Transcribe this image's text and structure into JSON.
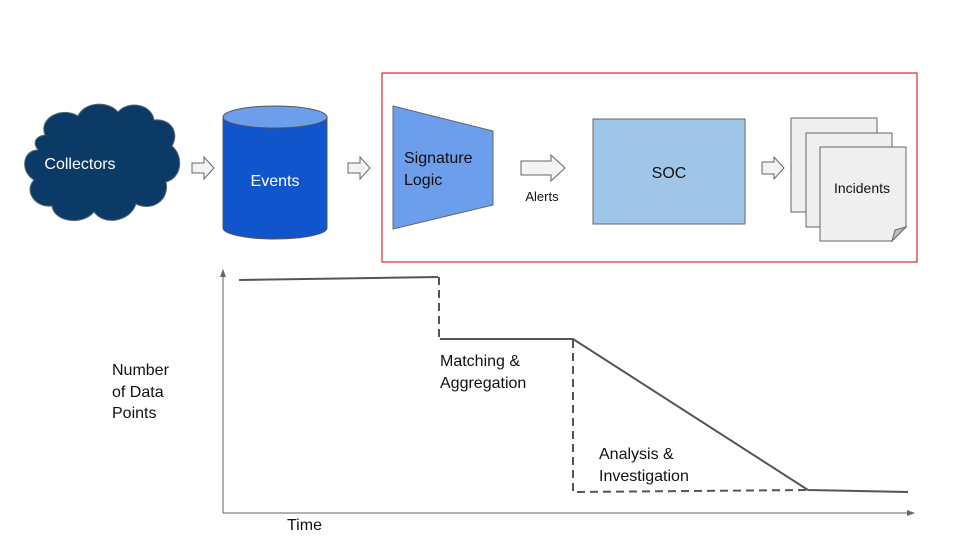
{
  "pipeline": {
    "collectors": {
      "label": "Collectors",
      "color": "#0b3a66"
    },
    "events": {
      "label": "Events",
      "body_color": "#1155cc",
      "top_color": "#6d9eeb"
    },
    "signature_logic": {
      "line1": "Signature",
      "line2": "Logic",
      "color": "#6d9eeb"
    },
    "alerts_label": "Alerts",
    "soc": {
      "label": "SOC",
      "color": "#9fc5e8"
    },
    "incidents": {
      "label": "Incidents",
      "color": "#efefef"
    },
    "highlight_box_color": "#cc0000",
    "arrow_fill": "#f3f3f3"
  },
  "graph": {
    "ylabel": [
      "Number",
      "of Data",
      "Points"
    ],
    "xlabel": "Time",
    "stage_labels": [
      {
        "line1": "Matching &",
        "line2": "Aggregation"
      },
      {
        "line1": "Analysis &",
        "line2": "Investigation"
      }
    ],
    "line_color": "#666666"
  }
}
